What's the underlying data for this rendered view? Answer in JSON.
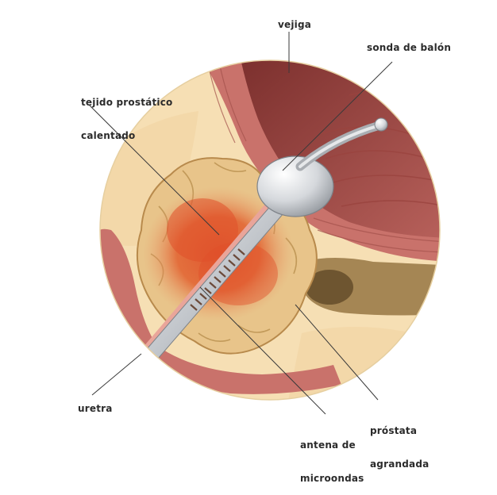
{
  "labels": {
    "vejiga": "vejiga",
    "sonda": "sonda de balón",
    "tejido_line1": "tejido prostático",
    "tejido_line2": "calentado",
    "uretra": "uretra",
    "antena_line1": "antena de",
    "antena_line2": "microondas",
    "prostata_line1": "próstata",
    "prostata_line2": "agrandada"
  },
  "colors": {
    "background_tissue": "#f6dfb4",
    "bladder": "#8a3a36",
    "muscle": "#c9726b",
    "prostate": "#e8c48a",
    "heat": "#e0502a",
    "catheter": "#c8cbd0"
  }
}
